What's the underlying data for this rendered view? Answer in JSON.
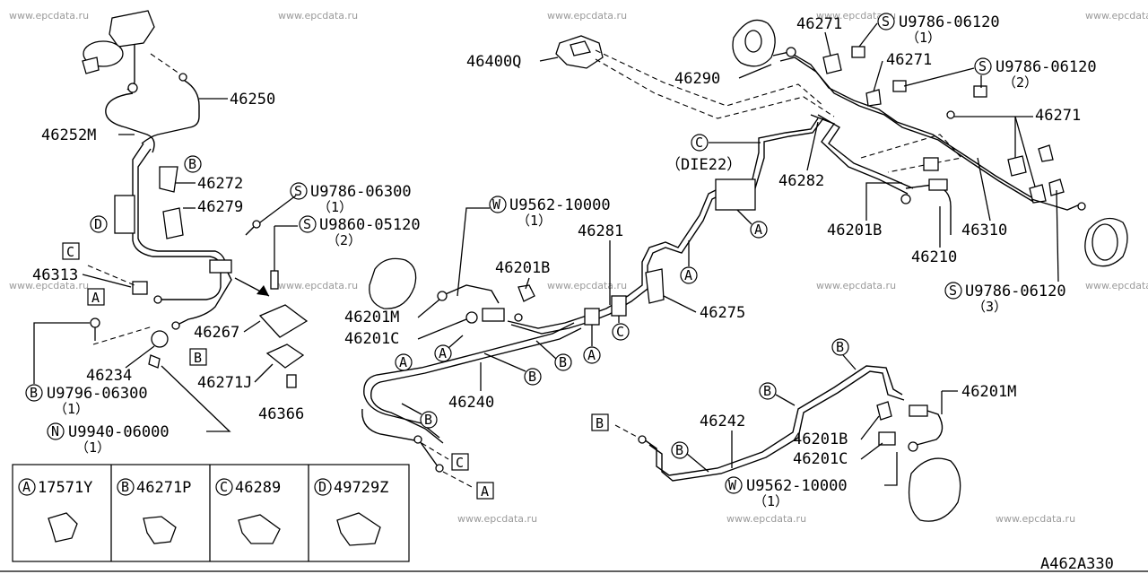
{
  "diagram": {
    "code": "A462A330",
    "watermark": "www.epcdata.ru",
    "parts": {
      "p46400Q": "46400Q",
      "p46290": "46290",
      "p46271_a": "46271",
      "p46271_b": "46271",
      "p46271_c": "46271",
      "s1_code": "U9786-06120",
      "s1_qty": "（1）",
      "s2_code": "U9786-06120",
      "s2_qty": "（2）",
      "s3_code": "U9786-06120",
      "s3_qty": "（3）",
      "p46250": "46250",
      "p46252M": "46252M",
      "p46272": "46272",
      "p46279": "46279",
      "s4_code": "U9786-06300",
      "s4_qty": "（1）",
      "s5_code": "U9860-05120",
      "s5_qty": "（2）",
      "p46313": "46313",
      "p46267": "46267",
      "p46271J": "46271J",
      "p46366": "46366",
      "p46234": "46234",
      "b_code": "U9796-06300",
      "b_qty": "（1）",
      "n_code": "U9940-06000",
      "n_qty": "（1）",
      "w1_code": "U9562-10000",
      "w1_qty": "（1）",
      "w2_code": "U9562-10000",
      "w2_qty": "（1）",
      "p46281": "46281",
      "p46201B_a": "46201B",
      "p46201B_b": "46201B",
      "p46201B_c": "46201B",
      "p46201M_a": "46201M",
      "p46201M_b": "46201M",
      "p46201C_a": "46201C",
      "p46201C_b": "46201C",
      "p46275": "46275",
      "p46240": "46240",
      "p46242": "46242",
      "p46282": "46282",
      "p46210": "46210",
      "p46310": "46310",
      "c_label": "C",
      "c_note": "（DIE22）"
    },
    "markers": {
      "S": "S",
      "W": "W",
      "B": "B",
      "N": "N",
      "A": "A",
      "C": "C",
      "D": "D"
    },
    "legend": [
      {
        "letter": "A",
        "part": "17571Y"
      },
      {
        "letter": "B",
        "part": "46271P"
      },
      {
        "letter": "C",
        "part": "46289"
      },
      {
        "letter": "D",
        "part": "49729Z"
      }
    ]
  }
}
